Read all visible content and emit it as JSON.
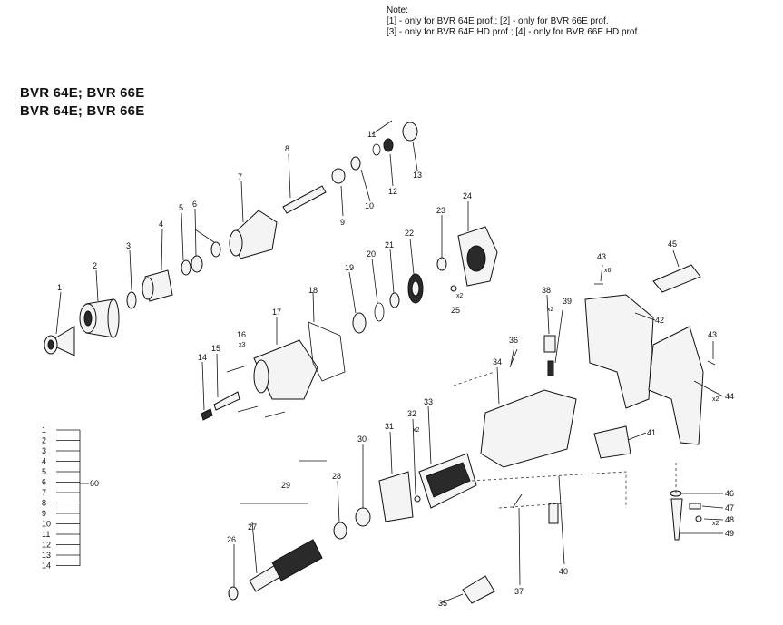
{
  "note": {
    "heading": "Note:",
    "line1": "[1] - only for BVR 64E prof.; [2] - only for BVR 66E prof.",
    "line2": "[3] - only for BVR 64E HD prof.; [4] - only for BVR 66E HD prof."
  },
  "titles": [
    "BVR 64E; BVR 66E",
    "BVR 64E; BVR 66E"
  ],
  "labels": {
    "p1": "1",
    "p2": "2",
    "p3": "3",
    "p4": "4",
    "p5": "5",
    "p6": "6",
    "p7": "7",
    "p8": "8",
    "p9": "9",
    "p10": "10",
    "p11": "11",
    "p12": "12",
    "p13": "13",
    "p14": "14",
    "p15": "15",
    "p16": "16",
    "p17": "17",
    "p18": "18",
    "p19": "19",
    "p20": "20",
    "p21": "21",
    "p22": "22",
    "p23": "23",
    "p24": "24",
    "p25": "25",
    "p26": "26",
    "p27": "27",
    "p28": "28",
    "p29": "29",
    "p30": "30",
    "p31": "31",
    "p32": "32",
    "p33": "33",
    "p34": "34",
    "p35": "35",
    "p36": "36",
    "p37": "37",
    "p38": "38",
    "p39": "39",
    "p40": "40",
    "p41": "41",
    "p42": "42",
    "p43a": "43",
    "p43b": "43",
    "p44": "44",
    "p45": "45",
    "p46": "46",
    "p47": "47",
    "p48": "48",
    "p49": "49",
    "p60": "60"
  },
  "multipliers": {
    "m16": "x3",
    "m25": "x2",
    "m32": "x2",
    "m38": "x2",
    "m43": "x6",
    "m44": "x2",
    "m48": "x2"
  },
  "kit_list": [
    "1",
    "2",
    "3",
    "4",
    "5",
    "6",
    "7",
    "8",
    "9",
    "10",
    "11",
    "12",
    "13",
    "14"
  ]
}
